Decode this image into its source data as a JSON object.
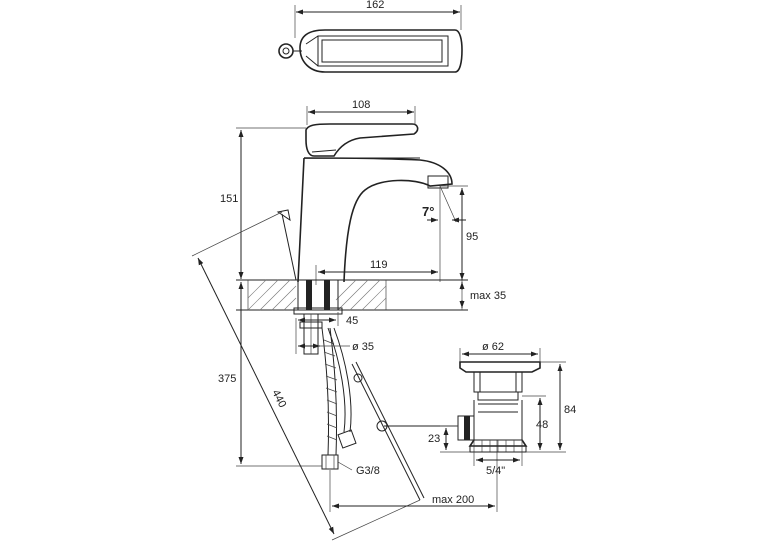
{
  "dimensions": {
    "top_width": "162",
    "body_width": "108",
    "height_151": "151",
    "angle": "7°",
    "spout_height": "95",
    "reach": "119",
    "max_35": "max 35",
    "shank_45": "45",
    "hole_diameter": "ø 35",
    "total_375": "375",
    "hose_440": "440",
    "waste_diameter": "ø 62",
    "waste_84": "84",
    "waste_48": "48",
    "waste_23": "23",
    "thread_54": "5/4\"",
    "thread_g38": "G3/8",
    "max_200": "max 200"
  },
  "colors": {
    "line": "#222222",
    "hatch": "#777777"
  }
}
